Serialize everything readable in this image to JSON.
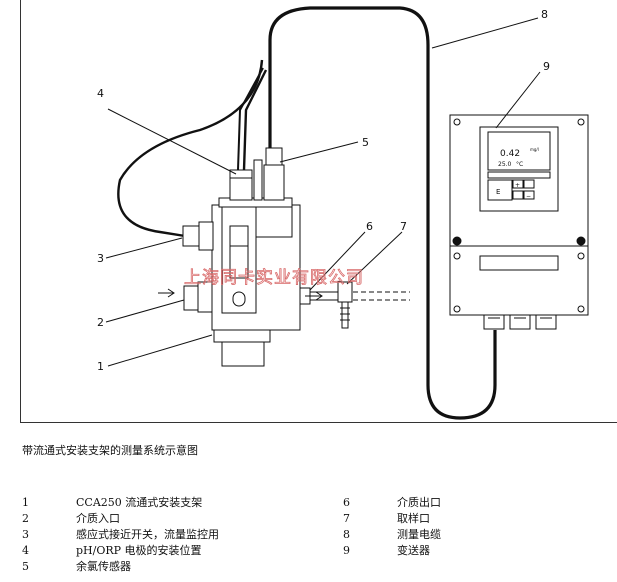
{
  "figure": {
    "callouts": [
      "1",
      "2",
      "3",
      "4",
      "5",
      "6",
      "7",
      "8",
      "9"
    ],
    "display": {
      "value": "0.42",
      "unit": "mg/l",
      "temp": "25.0",
      "temp_unit": "°C"
    },
    "keypad": {
      "plus": "+",
      "minus": "−",
      "enter": "E"
    },
    "watermark": "上海同卡实业有限公司"
  },
  "caption": "带流通式安装支架的测量系统示意图",
  "legend": [
    {
      "num": "1",
      "text": "CCA250 流通式安装支架"
    },
    {
      "num": "2",
      "text": "介质入口"
    },
    {
      "num": "3",
      "text": "感应式接近开关，流量监控用"
    },
    {
      "num": "4",
      "text": "pH/ORP 电极的安装位置"
    },
    {
      "num": "5",
      "text": "余氯传感器"
    },
    {
      "num": "6",
      "text": "介质出口"
    },
    {
      "num": "7",
      "text": "取样口"
    },
    {
      "num": "8",
      "text": "测量电缆"
    },
    {
      "num": "9",
      "text": "变送器"
    }
  ]
}
